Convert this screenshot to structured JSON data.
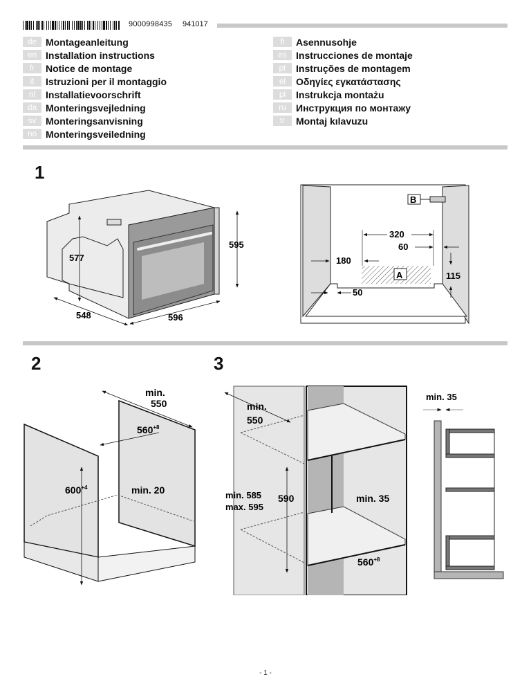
{
  "header": {
    "barcode_icon": "barcode",
    "document_number": "9000998435",
    "revision": "941017"
  },
  "languages_left": [
    {
      "code": "de",
      "title": "Montageanleitung"
    },
    {
      "code": "en",
      "title": "Installation instructions"
    },
    {
      "code": "fr",
      "title": "Notice de montage"
    },
    {
      "code": "it",
      "title": "Istruzioni per il montaggio"
    },
    {
      "code": "nl",
      "title": "Installatievoorschrift"
    },
    {
      "code": "da",
      "title": "Monteringsvejledning"
    },
    {
      "code": "sv",
      "title": "Monteringsanvisning"
    },
    {
      "code": "no",
      "title": "Monteringsveiledning"
    }
  ],
  "languages_right": [
    {
      "code": "fi",
      "title": "Asennusohje"
    },
    {
      "code": "es",
      "title": "Instrucciones de montaje"
    },
    {
      "code": "pt",
      "title": "Instruções de montagem"
    },
    {
      "code": "el",
      "title": "Οδηγίες εγκατάστασης"
    },
    {
      "code": "pl",
      "title": "Instrukcja montażu"
    },
    {
      "code": "ru",
      "title": "Инструкция по монтажу"
    },
    {
      "code": "tr",
      "title": "Montaj kılavuzu"
    }
  ],
  "figure1": {
    "step": "1",
    "oven": {
      "height": "595",
      "width": "596",
      "depth": "548",
      "body_height": "577"
    },
    "cabinet": {
      "w320": "320",
      "w60": "60",
      "w180": "180",
      "h115": "115",
      "w50": "50",
      "label_a": "A",
      "label_b": "B"
    }
  },
  "figure2": {
    "step": "2",
    "min_depth_line1": "min.",
    "min_depth_line2": "550",
    "width": "560",
    "width_tol": "+8",
    "height": "600",
    "height_tol": "+4",
    "min_gap": "min. 20"
  },
  "figure3": {
    "step": "3",
    "min_depth_line1": "min.",
    "min_depth_line2": "550",
    "range_line1": "min. 585",
    "range_line2": "max. 595",
    "height": "590",
    "gap": "min. 35",
    "width": "560",
    "width_tol": "+8",
    "side_gap": "min. 35"
  },
  "footer": {
    "page": "- 1 -"
  }
}
